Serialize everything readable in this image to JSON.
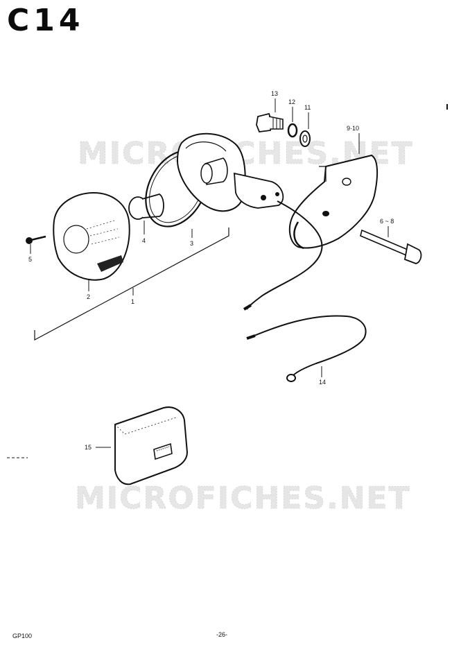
{
  "page": {
    "title": "C14",
    "footer_model": "GP100",
    "footer_page": "-26-"
  },
  "watermarks": [
    "MICROFICHES.NET",
    "MICROFICHES.NET"
  ],
  "labels": {
    "p1": "1",
    "p2": "2",
    "p3": "3",
    "p4": "4",
    "p5": "5",
    "p6_8": "6 ~ 8",
    "p9_10": "9·10",
    "p11": "11",
    "p12": "12",
    "p13": "13",
    "p14": "14",
    "p15": "15"
  }
}
